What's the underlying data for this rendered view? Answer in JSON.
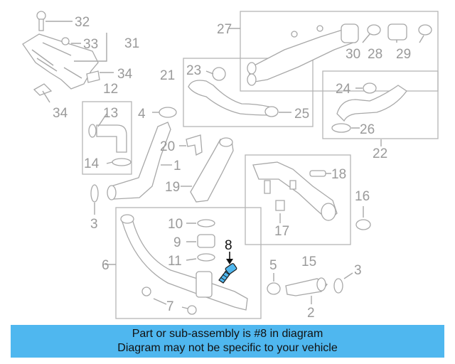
{
  "diagram": {
    "callouts": {
      "c1": "1",
      "c2": "2",
      "c3a": "3",
      "c3b": "3",
      "c4": "4",
      "c5": "5",
      "c6": "6",
      "c7": "7",
      "c8": "8",
      "c9": "9",
      "c10": "10",
      "c11": "11",
      "c12": "12",
      "c13": "13",
      "c14": "14",
      "c15": "15",
      "c16": "16",
      "c17": "17",
      "c18": "18",
      "c19": "19",
      "c20": "20",
      "c21": "21",
      "c22": "22",
      "c23": "23",
      "c24": "24",
      "c25": "25",
      "c26": "26",
      "c27": "27",
      "c28": "28",
      "c29": "29",
      "c30": "30",
      "c31": "31",
      "c32": "32",
      "c33": "33",
      "c34a": "34",
      "c34b": "34"
    },
    "highlight_color": "#4fb7ef"
  },
  "banner": {
    "line1": "Part or sub-assembly is #8 in diagram",
    "line2": "Diagram may not be specific to your vehicle",
    "background": "#4fb7ef"
  }
}
